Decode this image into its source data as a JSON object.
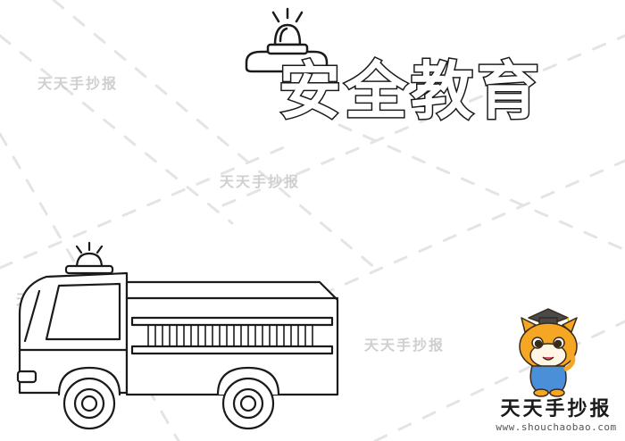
{
  "title": "安全教育",
  "watermark_text": "天天手抄报",
  "brand": {
    "name": "天天手抄报",
    "url": "www.shouchaobao.com"
  },
  "icons": [
    "siren-icon",
    "fire-truck-icon",
    "mascot-icon"
  ],
  "colors": {
    "line": "#1a1a1a",
    "background": "#ffffff",
    "watermark": "#cfcfcf",
    "mascot_orange": "#f5a623"
  }
}
